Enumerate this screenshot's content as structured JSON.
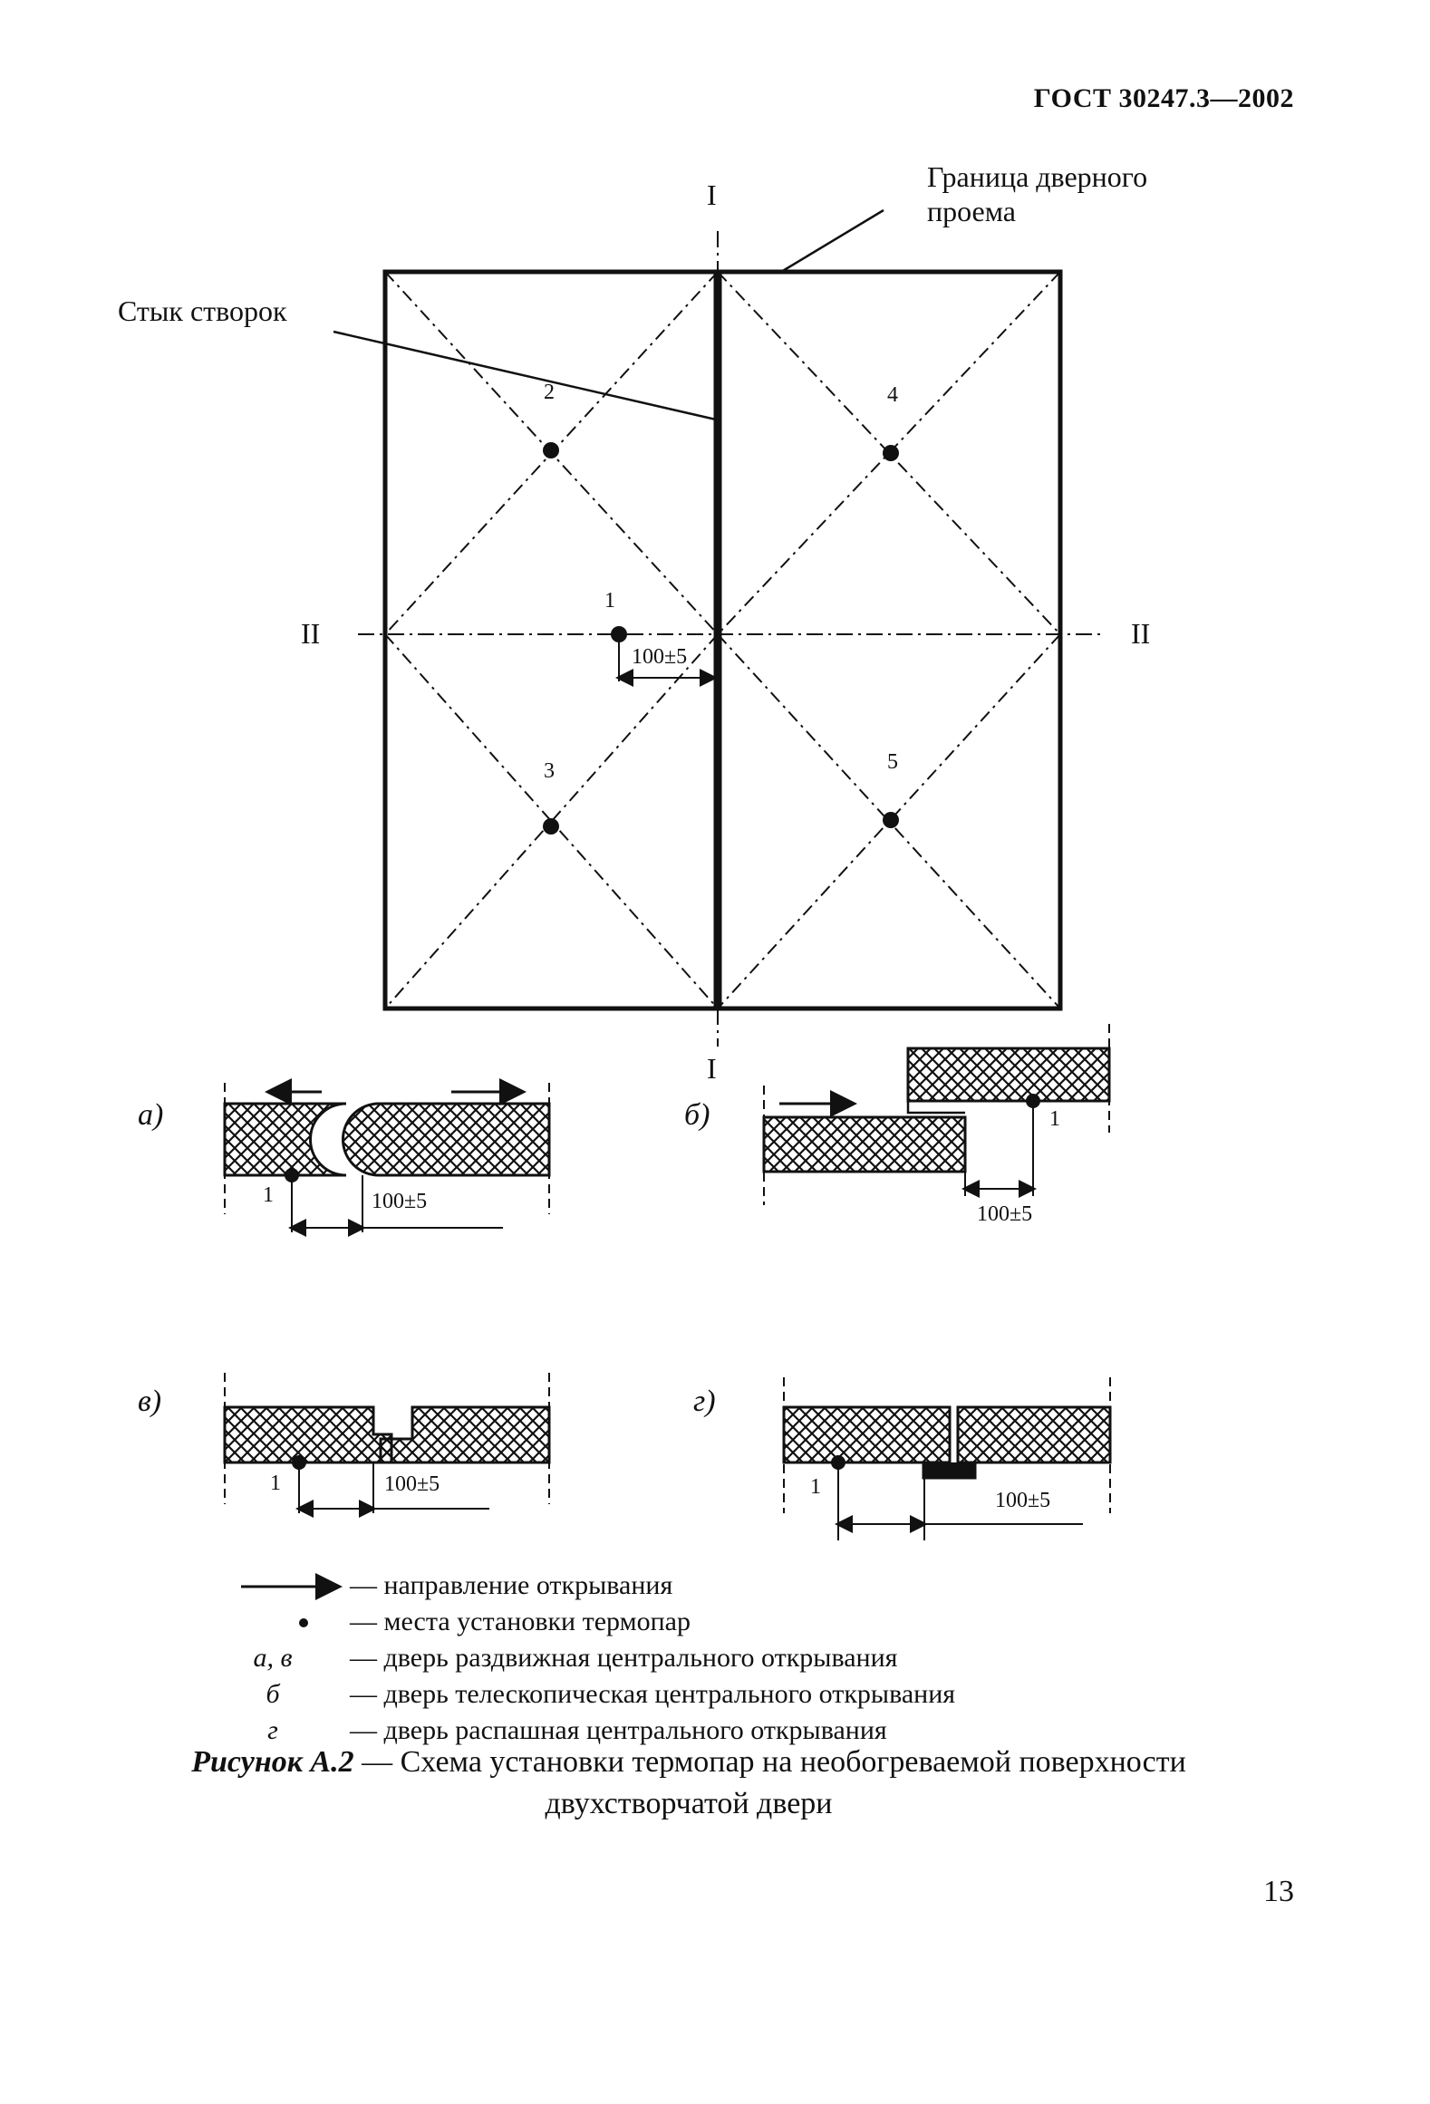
{
  "header": {
    "doc_code": "ГОСТ 30247.3—2002"
  },
  "main_figure": {
    "axis_vertical_top": "I",
    "axis_vertical_bottom": "I",
    "axis_horizontal_left": "II",
    "axis_horizontal_right": "II",
    "label_opening_boundary_line1": "Граница дверного",
    "label_opening_boundary_line2": "проема",
    "label_leaf_joint": "Стык створок",
    "points": [
      "1",
      "2",
      "3",
      "4",
      "5"
    ],
    "dimension": "100±5"
  },
  "sub_figures": [
    {
      "label": "а)",
      "point": "1",
      "dimension": "100±5"
    },
    {
      "label": "б)",
      "point": "1",
      "dimension": "100±5"
    },
    {
      "label": "в)",
      "point": "1",
      "dimension": "100±5"
    },
    {
      "label": "г)",
      "point": "1",
      "dimension": "100±5"
    }
  ],
  "legend": [
    {
      "symbol": "arrow-icon",
      "text": "— направление открывания"
    },
    {
      "symbol": "dot-icon",
      "text": "— места установки термопар"
    },
    {
      "symbol_text": "а, в",
      "text": "— дверь раздвижная центрального открывания"
    },
    {
      "symbol_text": "б",
      "text": "— дверь телескопическая центрального открывания"
    },
    {
      "symbol_text": "г",
      "text": "— дверь распашная центрального открывания"
    }
  ],
  "caption": {
    "prefix": "Рисунок А.2",
    "text_line1": " — Схема установки термопар на необогреваемой поверхности",
    "text_line2": "двухстворчатой двери"
  },
  "page_number": "13"
}
